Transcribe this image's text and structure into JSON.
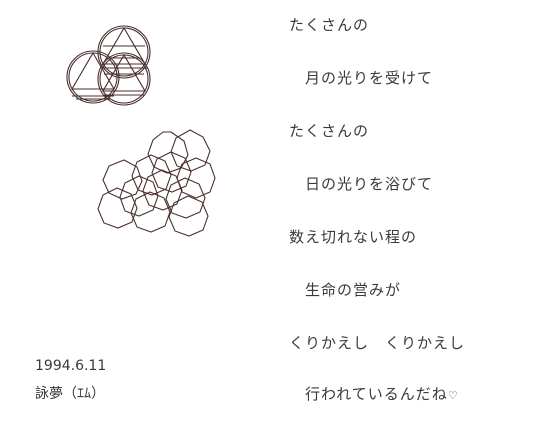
{
  "poem": {
    "lines": [
      "たくさんの",
      "月の光りを受けて",
      "たくさんの",
      "日の光りを浴びて",
      "数え切れない程の",
      "生命の営みが",
      "くりかえし　くりかえし",
      "行われているんだね"
    ],
    "heart_glyph": "♡"
  },
  "signature": {
    "date": "1994.6.11",
    "name": "詠夢（ｴﾑ）"
  },
  "colors": {
    "ink": "#3a3a3a",
    "line_art": "#4a2e2e",
    "background": "#ffffff"
  }
}
